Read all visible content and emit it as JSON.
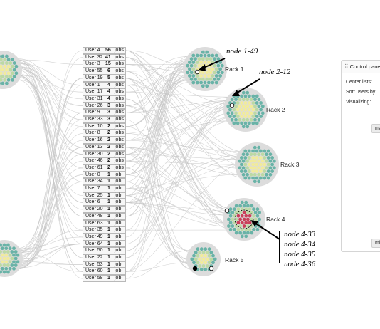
{
  "users": [
    {
      "name": "User 4",
      "count": "56",
      "unit": "jobs"
    },
    {
      "name": "User 32",
      "count": "41",
      "unit": "jobs"
    },
    {
      "name": "User 3",
      "count": "15",
      "unit": "jobs"
    },
    {
      "name": "User 55",
      "count": "6",
      "unit": "jobs"
    },
    {
      "name": "User 19",
      "count": "5",
      "unit": "jobs"
    },
    {
      "name": "User 1",
      "count": "4",
      "unit": "jobs"
    },
    {
      "name": "User 17",
      "count": "4",
      "unit": "jobs"
    },
    {
      "name": "User 31",
      "count": "4",
      "unit": "jobs"
    },
    {
      "name": "User 26",
      "count": "3",
      "unit": "jobs"
    },
    {
      "name": "User 9",
      "count": "3",
      "unit": "jobs"
    },
    {
      "name": "User 33",
      "count": "3",
      "unit": "jobs"
    },
    {
      "name": "User 10",
      "count": "2",
      "unit": "jobs"
    },
    {
      "name": "User 8",
      "count": "2",
      "unit": "jobs"
    },
    {
      "name": "User 16",
      "count": "2",
      "unit": "jobs"
    },
    {
      "name": "User 13",
      "count": "2",
      "unit": "jobs"
    },
    {
      "name": "User 30",
      "count": "2",
      "unit": "jobs"
    },
    {
      "name": "User 46",
      "count": "2",
      "unit": "jobs"
    },
    {
      "name": "User 61",
      "count": "2",
      "unit": "jobs"
    },
    {
      "name": "User 0",
      "count": "1",
      "unit": "job"
    },
    {
      "name": "User 34",
      "count": "1",
      "unit": "job"
    },
    {
      "name": "User 7",
      "count": "1",
      "unit": "job"
    },
    {
      "name": "User 25",
      "count": "1",
      "unit": "job"
    },
    {
      "name": "User 6",
      "count": "1",
      "unit": "job"
    },
    {
      "name": "User 20",
      "count": "1",
      "unit": "job"
    },
    {
      "name": "User 48",
      "count": "1",
      "unit": "job"
    },
    {
      "name": "User 63",
      "count": "1",
      "unit": "job"
    },
    {
      "name": "User 35",
      "count": "1",
      "unit": "job"
    },
    {
      "name": "User 49",
      "count": "1",
      "unit": "job"
    },
    {
      "name": "User 64",
      "count": "1",
      "unit": "job"
    },
    {
      "name": "User 50",
      "count": "1",
      "unit": "job"
    },
    {
      "name": "User 22",
      "count": "1",
      "unit": "job"
    },
    {
      "name": "User 53",
      "count": "1",
      "unit": "job"
    },
    {
      "name": "User 60",
      "count": "1",
      "unit": "job"
    },
    {
      "name": "User 58",
      "count": "1",
      "unit": "job"
    }
  ],
  "racks": [
    {
      "label": "Rack 1"
    },
    {
      "label": "Rack 2"
    },
    {
      "label": "Rack 3"
    },
    {
      "label": "Rack 4"
    },
    {
      "label": "Rack 5"
    }
  ],
  "annotations": {
    "node_1_49": "node 1-49",
    "node_2_12": "node 2-12",
    "rack4_nodes": [
      "node 4-33",
      "node 4-34",
      "node 4-35",
      "node 4-36"
    ]
  },
  "control_panel": {
    "title": "Control panel",
    "center_lists_label": "Center lists:",
    "sort_users_label": "Sort users by:",
    "visualizing_label": "Visualizing:",
    "button_1": "ma",
    "button_2": "mi"
  },
  "colors": {
    "edge": "#c7c7c7",
    "rack_bg": "#dcdcdc",
    "node_teal": "#69b3a7",
    "node_yellow": "#f1eb9c",
    "node_red": "#c9405a"
  }
}
